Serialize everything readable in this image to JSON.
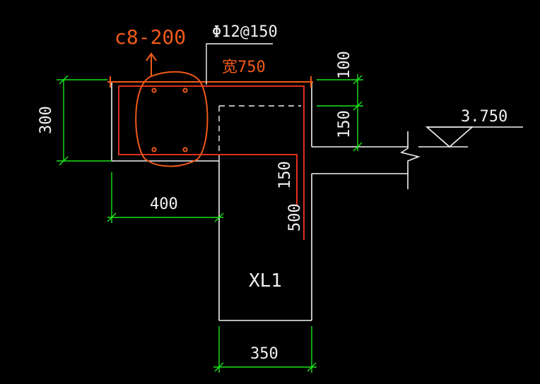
{
  "drawing": {
    "colors": {
      "background": "#000000",
      "structure": "#f2f2f2",
      "dimension": "#19e619",
      "rebar": "#e0301e",
      "annotation": "#f05a18"
    },
    "labels": {
      "stirrup_spec": "c8-200",
      "slab_rebar_spec": "Φ12@150",
      "width_note": "宽750",
      "beam_name": "XL1",
      "elevation": "3.750"
    },
    "dimensions": {
      "left_height": "300",
      "bottom_width": "400",
      "beam_width": "350",
      "right_top": "100",
      "right_step": "150",
      "inner_150": "150",
      "inner_500": "500"
    }
  }
}
